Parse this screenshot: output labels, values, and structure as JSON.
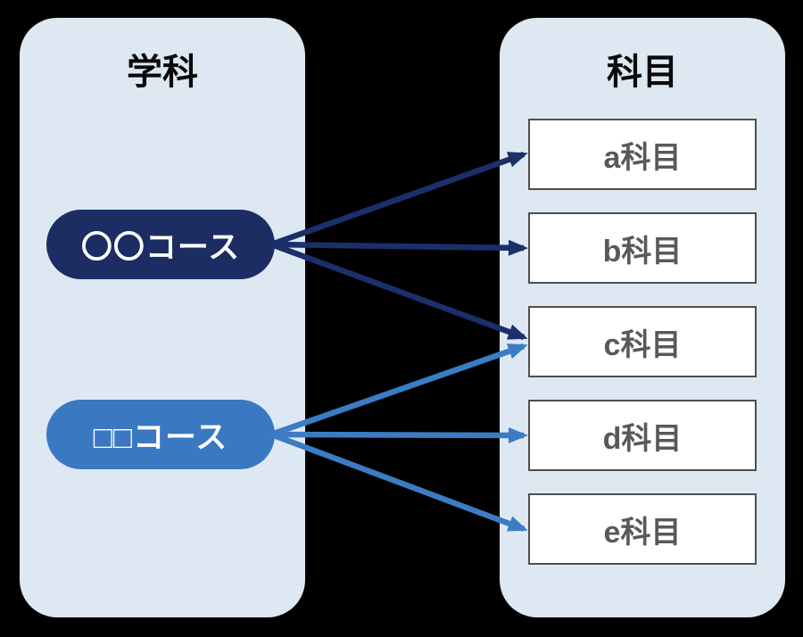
{
  "diagram": {
    "left_panel": {
      "title": "学科"
    },
    "right_panel": {
      "title": "科目"
    },
    "courses": [
      {
        "id": "course-1",
        "label": "〇〇コース",
        "tone": "dark"
      },
      {
        "id": "course-2",
        "label": "□□コース",
        "tone": "light"
      }
    ],
    "subjects": [
      {
        "id": "subject-a",
        "label": "a科目"
      },
      {
        "id": "subject-b",
        "label": "b科目"
      },
      {
        "id": "subject-c",
        "label": "c科目"
      },
      {
        "id": "subject-d",
        "label": "d科目"
      },
      {
        "id": "subject-e",
        "label": "e科目"
      }
    ],
    "edges": [
      {
        "from": "course-1",
        "to": "subject-a",
        "tone": "dark",
        "target_dy": 0
      },
      {
        "from": "course-1",
        "to": "subject-b",
        "tone": "dark",
        "target_dy": 0
      },
      {
        "from": "course-1",
        "to": "subject-c",
        "tone": "dark",
        "target_dy": -5
      },
      {
        "from": "course-2",
        "to": "subject-c",
        "tone": "light",
        "target_dy": 5
      },
      {
        "from": "course-2",
        "to": "subject-d",
        "tone": "light",
        "target_dy": 0
      },
      {
        "from": "course-2",
        "to": "subject-e",
        "tone": "light",
        "target_dy": 0
      }
    ],
    "colors": {
      "background": "#000000",
      "panel": "#dee8f3",
      "course_dark": "#1b2d62",
      "course_light": "#3a78c2",
      "arrow_dark": "#1b2f6a",
      "arrow_light": "#3b7cc4",
      "box_border": "#4f4f4f",
      "box_text": "#595959",
      "title_text": "#0a0a0a"
    }
  }
}
